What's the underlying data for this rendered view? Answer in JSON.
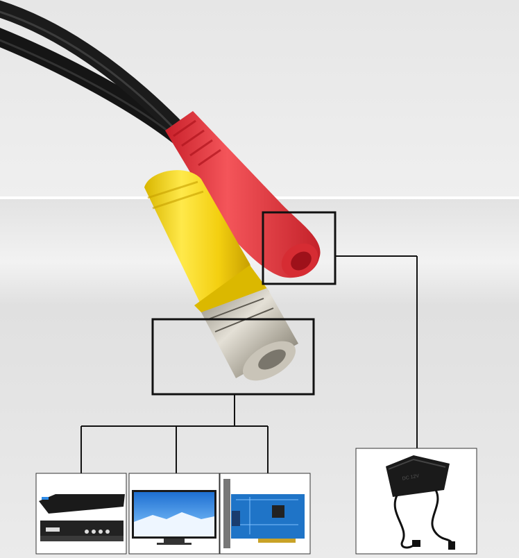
{
  "image": {
    "subject": "coaxial-bnc-power-cable",
    "connectors": [
      "bnc-video-connector",
      "dc-power-connector"
    ],
    "devices": [
      "dvr-recorder",
      "monitor",
      "capture-card",
      "power-adapter"
    ]
  },
  "colors": {
    "background": "#ececec",
    "cable": "#151515",
    "red_connector": "#e23a3f",
    "yellow_connector": "#f4d21a",
    "metal": "#b9b5ab",
    "callout_line": "#111111"
  },
  "power_adapter_label": "DC 12V"
}
